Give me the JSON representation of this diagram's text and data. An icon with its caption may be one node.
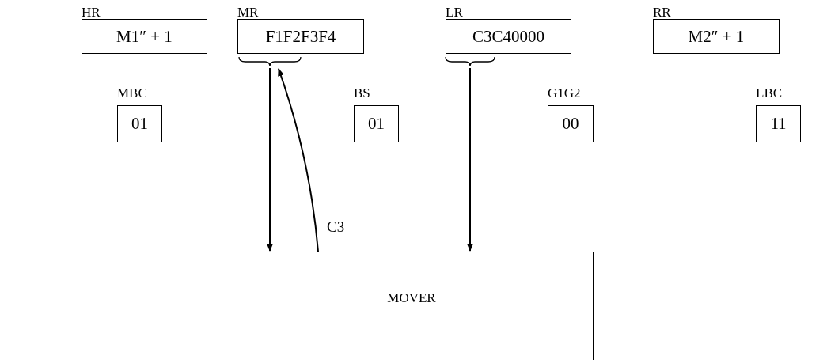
{
  "diagram": {
    "nodes": [
      {
        "text": [
          "HR",
          "M1″ + 1"
        ]
      },
      {
        "text": [
          "MR",
          "F1F2F3F4"
        ]
      },
      {
        "text": [
          "LR",
          "C3C40000"
        ]
      },
      {
        "text": [
          "RR",
          "M2″ + 1"
        ]
      },
      {
        "text": [
          "MBC",
          "01"
        ]
      },
      {
        "text": [
          "BS",
          "01"
        ]
      },
      {
        "text": [
          "G1G2",
          "00"
        ]
      },
      {
        "text": [
          "LBC",
          "11"
        ]
      },
      {
        "text": [
          "MOVER"
        ]
      }
    ],
    "edges": [
      {
        "from": 1,
        "to": 8,
        "arrow": "to"
      },
      {
        "from": 8,
        "to": 1,
        "arrow": "to",
        "label": "C3"
      },
      {
        "from": 2,
        "to": 8,
        "arrow": "to"
      }
    ]
  }
}
